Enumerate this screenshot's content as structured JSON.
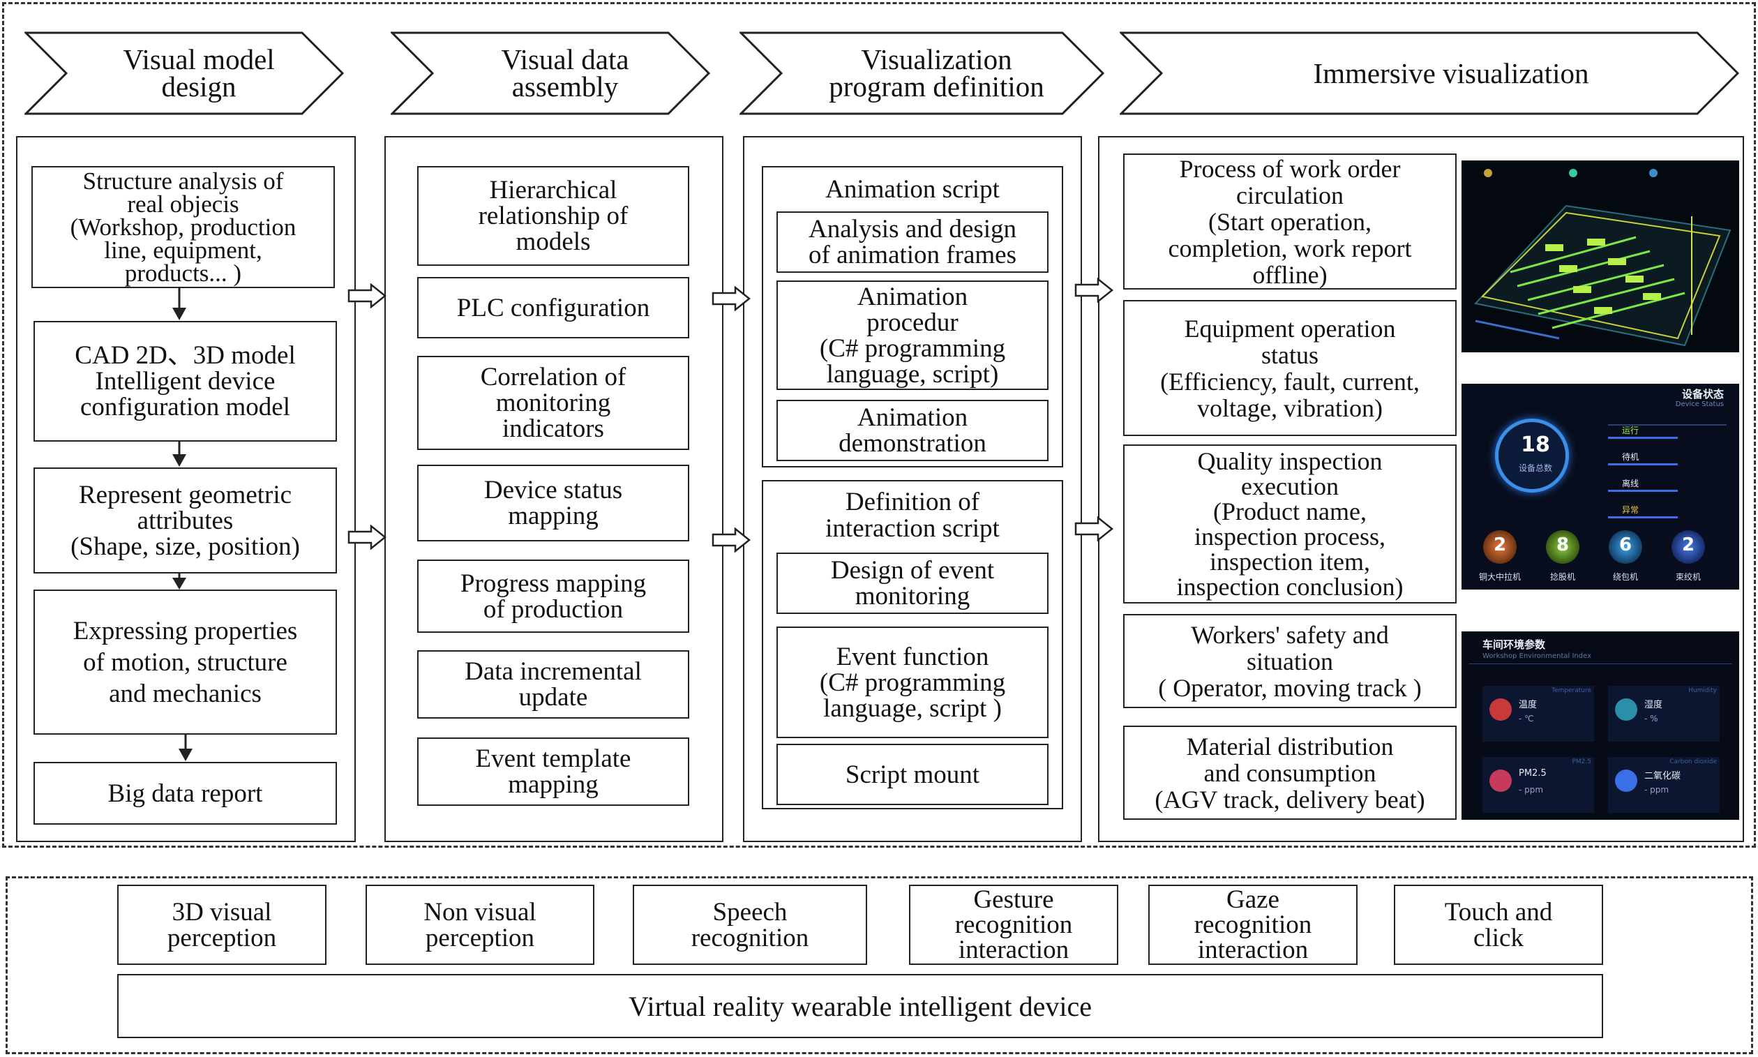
{
  "headers": [
    {
      "label": "Visual model\ndesign"
    },
    {
      "label": "Visual data\nassembly"
    },
    {
      "label": "Visualization\nprogram definition"
    },
    {
      "label": "Immersive visualization"
    }
  ],
  "col1": [
    "Structure analysis of\nreal objecis\n(Workshop, production\nline, equipment,\nproducts... )",
    "CAD 2D、3D model\nIntelligent device\nconfiguration model",
    "Represent geometric\nattributes\n(Shape, size, position)",
    "Expressing properties\nof motion, structure\nand mechanics",
    "Big data report"
  ],
  "col2": [
    "Hierarchical\nrelationship of\nmodels",
    "PLC configuration",
    "Correlation of\nmonitoring\nindicators",
    "Device status\nmapping",
    "Progress mapping\nof production",
    "Data incremental\nupdate",
    "Event template\nmapping"
  ],
  "col3": {
    "animation": {
      "title": "Animation script",
      "items": [
        "Analysis and design\nof animation frames",
        "Animation\nprocedur\n(C# programming\nlanguage, script)",
        "Animation\ndemonstration"
      ]
    },
    "interaction": {
      "title": "Definition of\ninteraction script",
      "items": [
        "Design of event\nmonitoring",
        "Event function\n(C# programming\nlanguage, script )",
        "Script mount"
      ]
    }
  },
  "col4": [
    "Process of work order\ncirculation\n(Start operation,\ncompletion, work report\noffline)",
    "Equipment operation\nstatus\n(Efficiency, fault, current,\nvoltage, vibration)",
    "Quality inspection\nexecution\n(Product name,\ninspection process,\ninspection item,\ninspection conclusion)",
    "Workers' safety and\nsituation\n( Operator, moving track )",
    "Material distribution\nand consumption\n(AGV track, delivery beat)"
  ],
  "thumb_device": {
    "title": "设备状态",
    "subtitle": "Device Status",
    "total": "18",
    "total_label": "设备总数",
    "states": [
      "运行",
      "待机",
      "离线",
      "异常"
    ],
    "counts": [
      {
        "value": "2",
        "label": "铜大中拉机",
        "color": "#e8793a"
      },
      {
        "value": "8",
        "label": "捻股机",
        "color": "#8fcf3c"
      },
      {
        "value": "6",
        "label": "绕包机",
        "color": "#3aa7e8"
      },
      {
        "value": "2",
        "label": "束绞机",
        "color": "#4a7be8"
      }
    ]
  },
  "thumb_env": {
    "title": "车间环境参数",
    "subtitle": "Workshop Environmental Index",
    "cells": [
      {
        "label": "温度",
        "unit": "- ℃",
        "en": "Temperature"
      },
      {
        "label": "湿度",
        "unit": "- %",
        "en": "Humidity"
      },
      {
        "label": "PM2.5",
        "unit": "- ppm",
        "en": "PM2.5"
      },
      {
        "label": "二氧化碳",
        "unit": "- ppm",
        "en": "Carbon dioxide"
      }
    ]
  },
  "bottom": {
    "interactions": [
      "3D visual\nperception",
      "Non visual\nperception",
      "Speech\nrecognition",
      "Gesture\nrecognition\ninteraction",
      "Gaze\nrecognition\ninteraction",
      "Touch and\nclick"
    ],
    "device": "Virtual reality wearable intelligent device"
  }
}
